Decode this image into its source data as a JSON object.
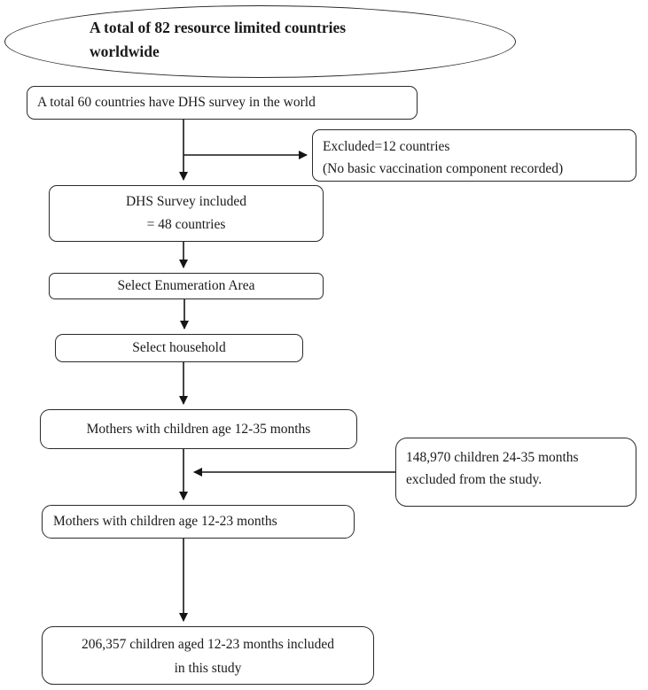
{
  "diagram": {
    "title_ellipse": {
      "line1": "A total of 82 resource limited countries",
      "line2": "worldwide"
    },
    "box_dhs_world": {
      "text": "A total 60 countries have DHS survey in the world"
    },
    "box_excluded_countries": {
      "line1": "Excluded=12 countries",
      "line2": "(No basic vaccination component recorded)"
    },
    "box_dhs_included": {
      "line1": "DHS Survey included",
      "line2": "= 48 countries"
    },
    "box_enumeration_area": {
      "text": "Select Enumeration Area"
    },
    "box_household": {
      "text": "Select household"
    },
    "box_mothers_12_35": {
      "text": "Mothers with children age 12-35 months"
    },
    "box_excluded_children": {
      "line1": "148,970 children 24-35 months",
      "line2": "excluded from the study."
    },
    "box_mothers_12_23": {
      "text": "Mothers with children age 12-23 months"
    },
    "box_included_study": {
      "line1": "206,357 children aged 12-23 months included",
      "line2": "in this study"
    },
    "colors": {
      "border": "#2a2a2a",
      "line": "#151515",
      "text": "#1a1a1a",
      "background": "#ffffff"
    }
  }
}
